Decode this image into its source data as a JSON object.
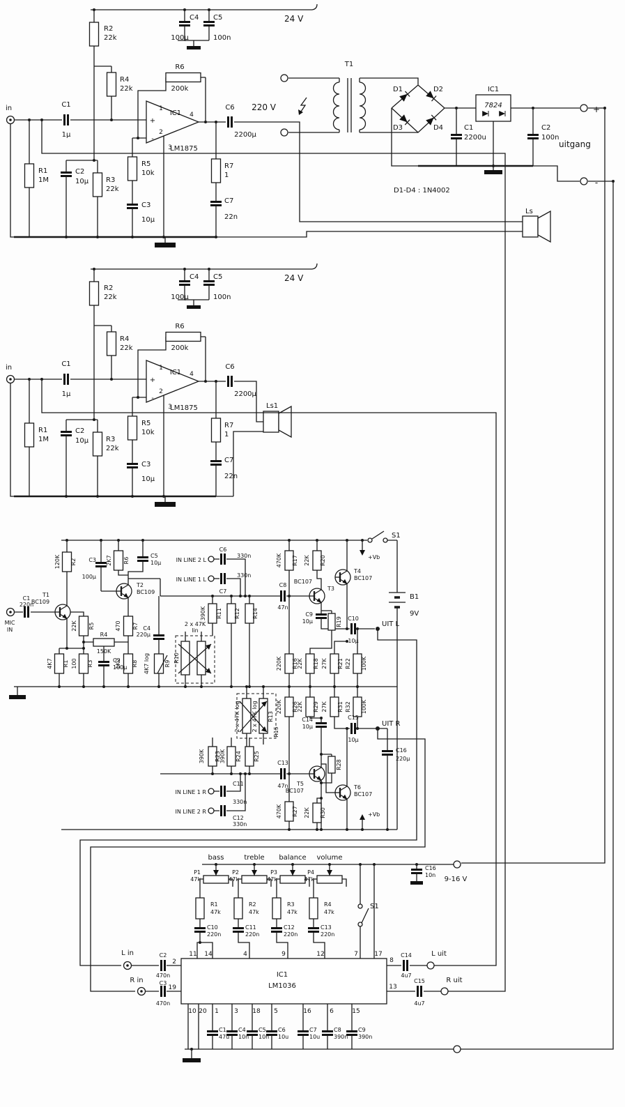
{
  "amp": {
    "supply": "24 V",
    "in_label": "in",
    "c1": "C1",
    "c1_v": "1µ",
    "c2": "C2",
    "c2_v": "10µ",
    "c3": "C3",
    "c3_v": "10µ",
    "c4": "C4",
    "c4_v": "100µ",
    "c5": "C5",
    "c5_v": "100n",
    "c6": "C6",
    "c6_v": "2200µ",
    "c7": "C7",
    "c7_v": "22n",
    "r1": "R1",
    "r1_v": "1M",
    "r2": "R2",
    "r2_v": "22k",
    "r3": "R3",
    "r3_v": "22k",
    "r4": "R4",
    "r4_v": "22k",
    "r5": "R5",
    "r5_v": "10k",
    "r6": "R6",
    "r6_v": "200k",
    "r7": "R7",
    "r7_v": "1",
    "ic": "IC1",
    "ic_v": "LM1875",
    "plus": "+",
    "minus": "-",
    "p1": "1",
    "p2": "2",
    "p3": "3",
    "p4": "4"
  },
  "psu": {
    "t1": "T1",
    "mains": "220 V",
    "d1": "D1",
    "d2": "D2",
    "d3": "D3",
    "d4": "D4",
    "ic1": "IC1",
    "ic1_v": "7824",
    "c1": "C1",
    "c1_v": "2200u",
    "c2": "C2",
    "c2_v": "100n",
    "plus": "+",
    "minus": "-",
    "uitgang": "uitgang",
    "note": "D1-D4 : 1N4002",
    "ls": "Ls",
    "ls1": "Ls1"
  },
  "pre": {
    "s1": "S1",
    "vb": "+Vb",
    "b1": "B1",
    "b1_v": "9V",
    "mic1": "MIC",
    "mic2": "IN",
    "c1": "C1",
    "c1_v": "220n",
    "t1": "T1",
    "t1_v": "BC109",
    "t2": "T2",
    "t2_v": "BC109",
    "t3": "T3",
    "t3_v": "BC107",
    "t4": "T4",
    "t4_v": "BC107",
    "t5": "T5",
    "t5_v": "BC107",
    "t6": "T6",
    "t6_v": "BC107",
    "r1": "R1",
    "r1_v": "4K7",
    "r2": "R2",
    "r2_v": "120K",
    "r3": "R3",
    "r3_v": "100",
    "r4": "R4",
    "r4_v": "150K",
    "r5": "R5",
    "r5_v": "22K",
    "r6": "R6",
    "r6_v": "2K7",
    "r7": "R7",
    "r7_v": "470",
    "r8": "R8",
    "r8_v": "1K2",
    "r9": "R9",
    "r9_v": "4K7 log",
    "r10": "R10",
    "r11": "R11",
    "r11_v": "390K",
    "r12": "R12",
    "r13": "R13",
    "r14": "R14",
    "r15": "R15",
    "r16": "R16",
    "r16_v": "220K",
    "r17": "R17",
    "r17_v": "470K",
    "r18": "R18",
    "r18_v": "22K",
    "r19": "R19",
    "r20": "R20",
    "r20_v": "22K",
    "r21": "R21",
    "r21_v": "27K",
    "r22": "R22",
    "r22_v": "100K",
    "r23": "R23",
    "r23_v": "390K",
    "r24": "R24",
    "r24_v": "390K",
    "r25": "R25",
    "r26": "R26",
    "r26_v": "220K",
    "r27": "R27",
    "r27_v": "470K",
    "r28": "R28",
    "r29": "R29",
    "r29_v": "22K",
    "r30": "R30",
    "r30_v": "22K",
    "r31": "R31",
    "r31_v": "27K",
    "r32": "R32",
    "r32_v": "100K",
    "c2": "C2",
    "c2_v": "100µ",
    "c3": "C3",
    "c3_v": "100µ",
    "c4": "C4",
    "c4_v": "220µ",
    "c5": "C5",
    "c5_v": "10µ",
    "c6": "C6",
    "c6_v": "330n",
    "c7": "C7",
    "c7_v": "330n",
    "c8": "C8",
    "c8_v": "47n",
    "c9": "C9",
    "c9_v": "10µ",
    "c10": "C10",
    "c10_v": "10µ",
    "c11": "C11",
    "c11_v": "330n",
    "c12": "C12",
    "c12_v": "330n",
    "c13": "C13",
    "c13_v": "47n",
    "c14": "C14",
    "c14_v": "10µ",
    "c15": "C15",
    "c15_v": "10µ",
    "c16": "C16",
    "c16_v": "220µ",
    "in2l": "IN LINE 2 L",
    "in1l": "IN LINE 1 L",
    "in1r": "IN LINE 1 R",
    "in2r": "IN LINE 2 R",
    "vol": "2 x 47K",
    "vol_t": "lin",
    "pot_log": "2 x 47K log",
    "uit_l": "UIT L",
    "uit_r": "UIT R"
  },
  "tone": {
    "c16": "C16",
    "c16_v": "10n",
    "supply": "9-16 V",
    "bass": "bass",
    "treble": "treble",
    "balance": "balance",
    "volume": "volume",
    "p1": "P1",
    "p1_v": "47k",
    "p2": "P2",
    "p2_v": "47k",
    "p3": "P3",
    "p3_v": "47k",
    "p4": "P4",
    "p4_v": "47k",
    "r1": "R1",
    "r1_v": "47k",
    "r2": "R2",
    "r2_v": "47k",
    "r3": "R3",
    "r3_v": "47k",
    "r4": "R4",
    "r4_v": "47k",
    "c10": "C10",
    "c10_v": "220n",
    "c11": "C11",
    "c11_v": "220n",
    "c12": "C12",
    "c12_v": "220n",
    "c13": "C13",
    "c13_v": "220n",
    "s1": "S1",
    "l_in": "L in",
    "r_in": "R in",
    "l_uit": "L uit",
    "r_uit": "R uit",
    "c2": "C2",
    "c2_v": "470n",
    "c3": "C3",
    "c3_v": "470n",
    "c14": "C14",
    "c14_v": "4u7",
    "c15": "C15",
    "c15_v": "4u7",
    "ic1": "IC1",
    "ic1_v": "LM1036",
    "pt": [
      "11",
      "14",
      "4",
      "9",
      "12",
      "7",
      "17"
    ],
    "p2l": "2",
    "p19": "19",
    "p8": "8",
    "p13": "13",
    "pb": [
      "10",
      "20",
      "1",
      "3",
      "18",
      "5",
      "16",
      "6",
      "15"
    ],
    "c1": "C1",
    "c1_v": "47u",
    "c4": "C4",
    "c4_v": "10n",
    "c5": "C5",
    "c5_v": "10n",
    "c6": "C6",
    "c6_v": "10u",
    "c7": "C7",
    "c7_v": "10u",
    "c8": "C8",
    "c8_v": "390n",
    "c9": "C9",
    "c9_v": "390n"
  }
}
